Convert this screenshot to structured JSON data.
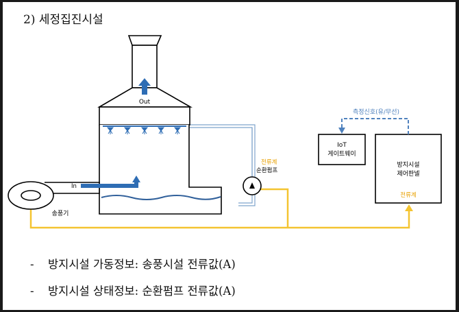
{
  "title": "2) 세정집진시설",
  "diagram": {
    "out_label": "Out",
    "in_label": "In",
    "blower_label": "송풍기",
    "pump_ct_label": "전류계",
    "pump_label": "순환펌프",
    "iot_line1": "IoT",
    "iot_line2": "게이트웨이",
    "signal_label": "측정신호(유/무선)",
    "panel_line1": "방지시설",
    "panel_line2": "제어판넬",
    "panel_ct_label": "전류계"
  },
  "bullets": [
    "방지시설 가동정보: 송풍시설 전류값(A)",
    "방지시설 상태정보: 순환펌프 전류값(A)"
  ],
  "bullet_marker": "-",
  "colors": {
    "outline": "#000000",
    "arrow_blue": "#2e6db4",
    "water_blue": "#2f5f9a",
    "pipe_blue": "#7ea3cc",
    "signal_blue": "#4f81bd",
    "wire_yellow": "#f4c430",
    "ct_orange": "#e8a000"
  }
}
